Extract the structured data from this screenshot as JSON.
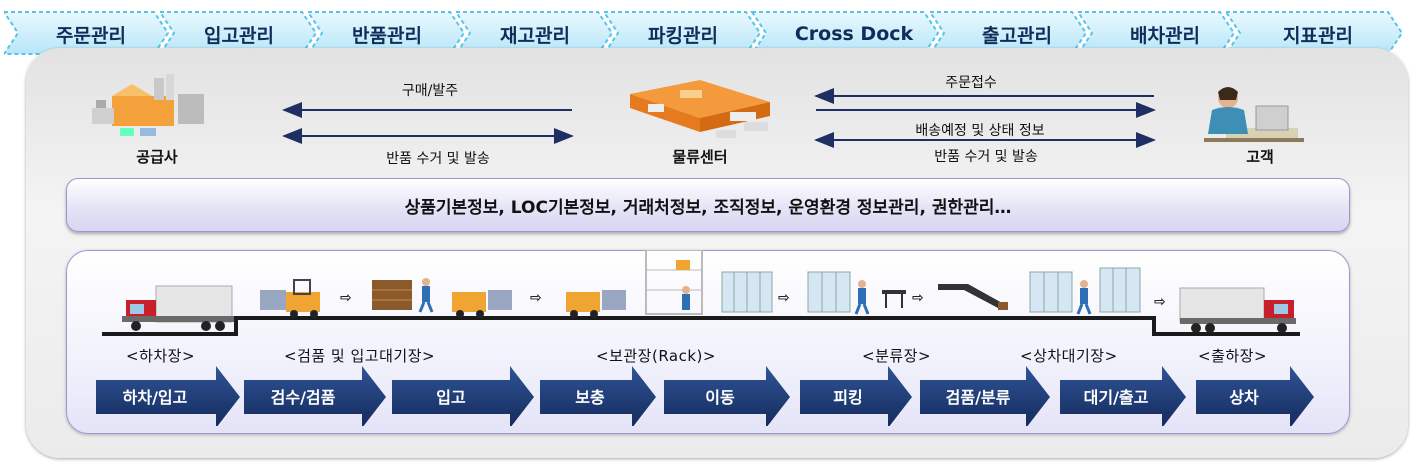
{
  "top_nav": [
    "주문관리",
    "입고관리",
    "반품관리",
    "재고관리",
    "파킹관리",
    "Cross Dock",
    "출고관리",
    "배차관리",
    "지표관리"
  ],
  "entities": {
    "supplier": "공급사",
    "center": "물류센터",
    "customer": "고객"
  },
  "flows_left": {
    "purchase": "구매/발주",
    "return": "반품 수거 및 발송"
  },
  "flows_right": {
    "order": "주문접수",
    "delivery_status": "배송예정 및 상태 정보",
    "return": "반품 수거 및 발송"
  },
  "master_info": "상품기본정보, LOC기본정보, 거래처정보, 조직정보, 운영환경 정보관리, 권한관리…",
  "zones": [
    "<하차장>",
    "<검품 및 입고대기장>",
    "<보관장(Rack)>",
    "<분류장>",
    "<상차대기장>",
    "<출하장>"
  ],
  "steps": [
    "하차/입고",
    "검수/검품",
    "입고",
    "보충",
    "이동",
    "피킹",
    "검품/분류",
    "대기/출고",
    "상차"
  ],
  "colors": {
    "nav_fill": "#c9eefb",
    "nav_border": "#55c4ea",
    "step_fill": "#1b3a78",
    "line": "#1f2f63"
  }
}
